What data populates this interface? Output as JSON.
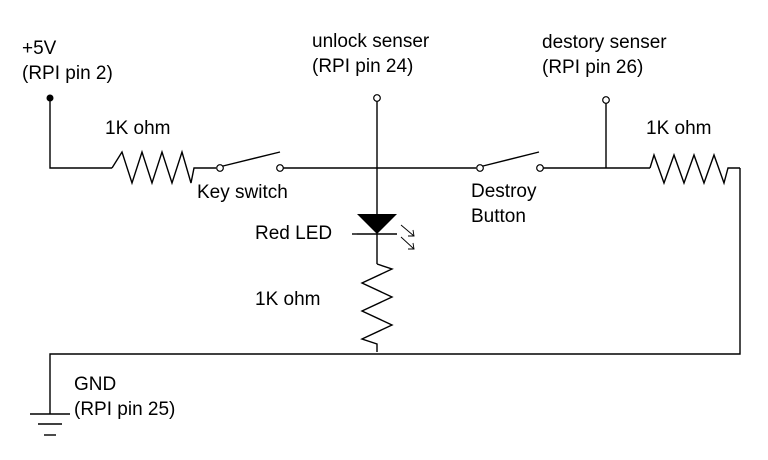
{
  "diagram": {
    "title": "Raspberry Pi key switch / destroy button circuit",
    "colors": {
      "line": "#000000",
      "background": "#ffffff"
    },
    "labels": {
      "vcc_line1": "+5V",
      "vcc_line2": "(RPI pin 2)",
      "unlock_line1": "unlock senser",
      "unlock_line2": "(RPI pin 24)",
      "destroy_line1": "destory senser",
      "destroy_line2": "(RPI pin 26)",
      "r1": "1K ohm",
      "key_switch": "Key switch",
      "destroy_btn_line1": "Destroy",
      "destroy_btn_line2": "Button",
      "r3": "1K ohm",
      "led": "Red LED",
      "r2": "1K ohm",
      "gnd_line1": "GND",
      "gnd_line2": "(RPI pin 25)"
    },
    "components": [
      {
        "id": "vcc",
        "type": "power-terminal",
        "name": "+5V",
        "pin": "RPI pin 2"
      },
      {
        "id": "r1",
        "type": "resistor",
        "value": "1K ohm"
      },
      {
        "id": "sw1",
        "type": "switch",
        "name": "Key switch"
      },
      {
        "id": "unlock",
        "type": "signal-terminal",
        "name": "unlock senser",
        "pin": "RPI pin 24"
      },
      {
        "id": "led",
        "type": "led",
        "name": "Red LED"
      },
      {
        "id": "r2",
        "type": "resistor",
        "value": "1K ohm"
      },
      {
        "id": "sw2",
        "type": "switch",
        "name": "Destroy Button"
      },
      {
        "id": "destroy",
        "type": "signal-terminal",
        "name": "destory senser",
        "pin": "RPI pin 26"
      },
      {
        "id": "r3",
        "type": "resistor",
        "value": "1K ohm"
      },
      {
        "id": "gnd",
        "type": "ground",
        "name": "GND",
        "pin": "RPI pin 25"
      }
    ]
  }
}
